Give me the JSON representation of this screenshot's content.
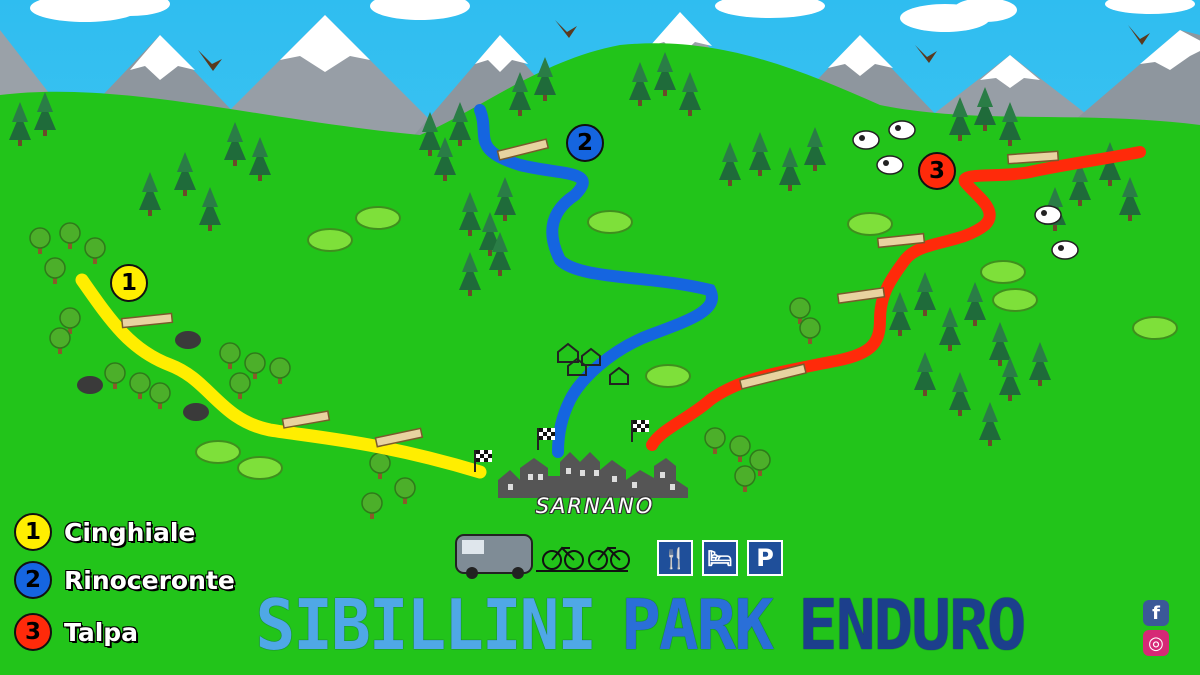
{
  "map": {
    "town_name": "SARNANO",
    "title_words": [
      "SIBILLINI",
      "PARK",
      "ENDURO"
    ],
    "title_colors": [
      "#4fa8e6",
      "#2a6fd8",
      "#1c3f8c"
    ],
    "colors": {
      "sky": "#35c5f0",
      "meadow": "#22c41a",
      "mountain": "#8e969e",
      "snow": "#ffffff"
    },
    "trails": [
      {
        "number": "1",
        "name": "Cinghiale",
        "color": "#ffee00",
        "text_color": "#000000"
      },
      {
        "number": "2",
        "name": "Rinoceronte",
        "color": "#1565e0",
        "text_color": "#000000"
      },
      {
        "number": "3",
        "name": "Talpa",
        "color": "#ff2a0a",
        "text_color": "#000000"
      }
    ],
    "amenities": [
      {
        "icon": "restaurant-icon",
        "glyph": "🍴"
      },
      {
        "icon": "hotel-bed-icon",
        "glyph": "🛏"
      },
      {
        "icon": "parking-icon",
        "glyph": "P"
      }
    ],
    "social": [
      {
        "icon": "facebook-icon",
        "glyph": "f",
        "color": "#3b5998"
      },
      {
        "icon": "instagram-icon",
        "glyph": "◎",
        "color": "#d62976"
      }
    ]
  }
}
